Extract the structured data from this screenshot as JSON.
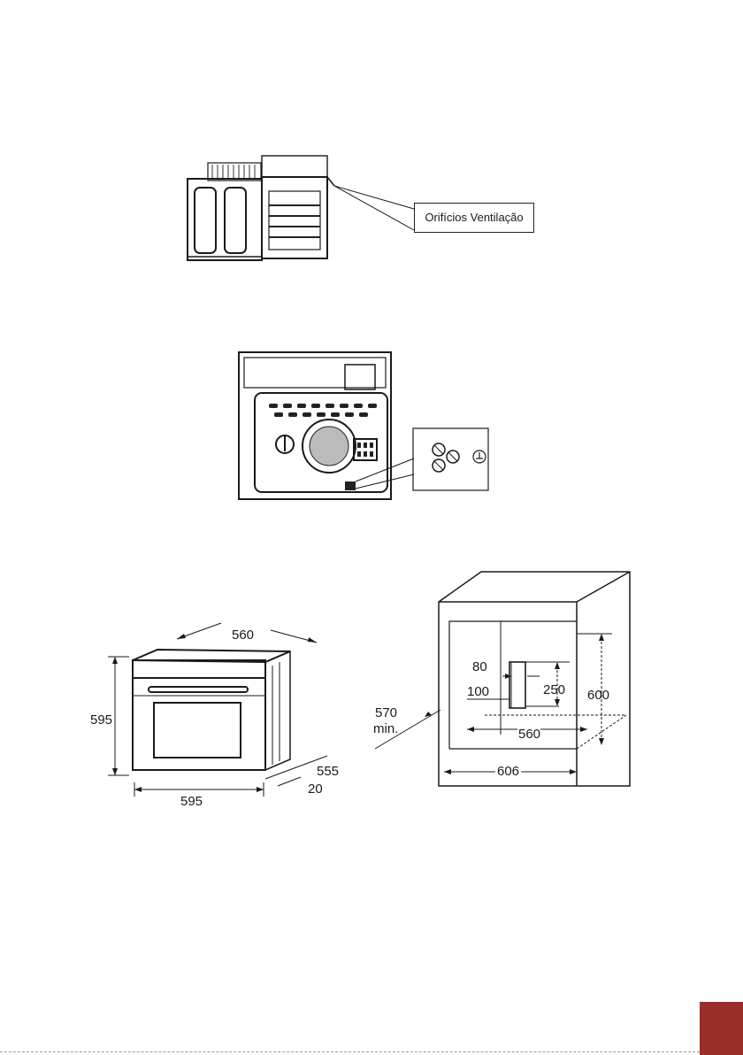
{
  "fig1": {
    "callout_label": "Orifícios Ventilação"
  },
  "fig3": {
    "dims": {
      "depth_top": "560",
      "height": "595",
      "width": "595",
      "depth_side": "555",
      "front_offset": "20"
    }
  },
  "fig4": {
    "dims": {
      "min_depth": "570",
      "min_label": "min.",
      "vent_width": "80",
      "vent_offset": "100",
      "vent_height": "250",
      "niche_height": "600",
      "niche_width": "560",
      "cabinet_width": "606"
    }
  },
  "colors": {
    "page_tab": "#9b2d2a",
    "ink": "#1a1a1a"
  }
}
